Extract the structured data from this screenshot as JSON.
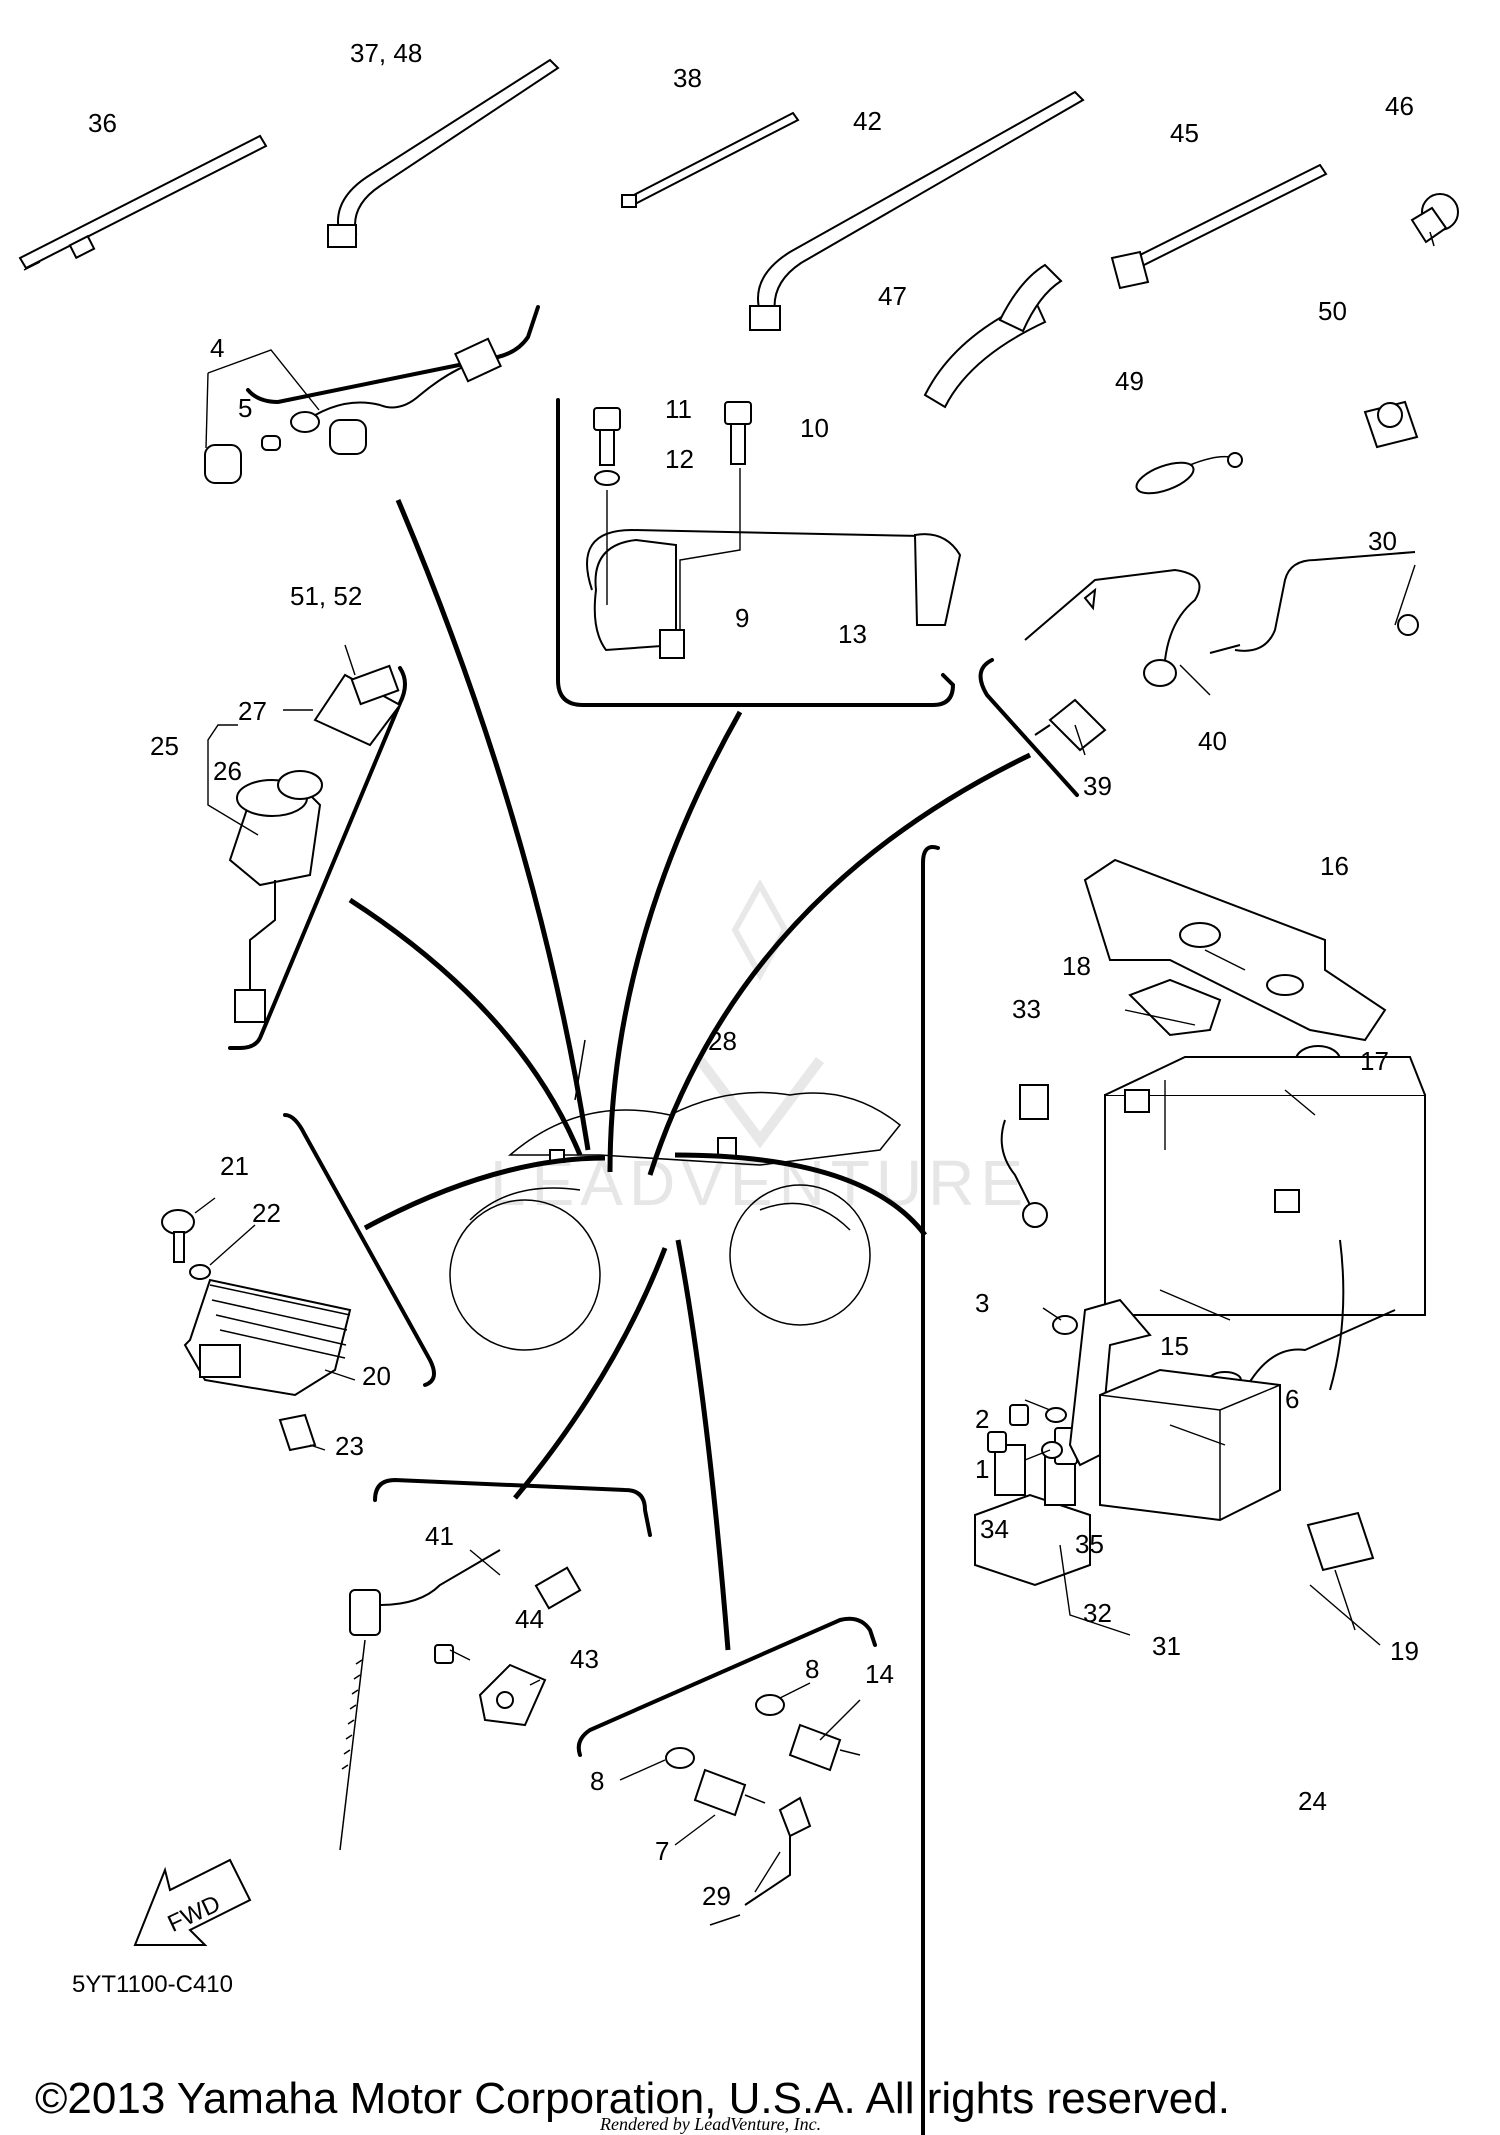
{
  "watermark": "LEADVENTURE",
  "callouts": [
    {
      "id": "c36",
      "text": "36"
    },
    {
      "id": "c3748",
      "text": "37, 48"
    },
    {
      "id": "c38",
      "text": "38"
    },
    {
      "id": "c42",
      "text": "42"
    },
    {
      "id": "c45",
      "text": "45"
    },
    {
      "id": "c46",
      "text": "46"
    },
    {
      "id": "c4",
      "text": "4"
    },
    {
      "id": "c5",
      "text": "5"
    },
    {
      "id": "c11",
      "text": "11"
    },
    {
      "id": "c10",
      "text": "10"
    },
    {
      "id": "c12",
      "text": "12"
    },
    {
      "id": "c47",
      "text": "47"
    },
    {
      "id": "c50",
      "text": "50"
    },
    {
      "id": "c49",
      "text": "49"
    },
    {
      "id": "c30",
      "text": "30"
    },
    {
      "id": "c9",
      "text": "9"
    },
    {
      "id": "c13",
      "text": "13"
    },
    {
      "id": "c5152",
      "text": "51, 52"
    },
    {
      "id": "c27",
      "text": "27"
    },
    {
      "id": "c25",
      "text": "25"
    },
    {
      "id": "c26",
      "text": "26"
    },
    {
      "id": "c39",
      "text": "39"
    },
    {
      "id": "c40",
      "text": "40"
    },
    {
      "id": "c16",
      "text": "16"
    },
    {
      "id": "c18",
      "text": "18"
    },
    {
      "id": "c33",
      "text": "33"
    },
    {
      "id": "c17",
      "text": "17"
    },
    {
      "id": "c28",
      "text": "28"
    },
    {
      "id": "c21",
      "text": "21"
    },
    {
      "id": "c22",
      "text": "22"
    },
    {
      "id": "c20",
      "text": "20"
    },
    {
      "id": "c23",
      "text": "23"
    },
    {
      "id": "c15",
      "text": "15"
    },
    {
      "id": "c3",
      "text": "3"
    },
    {
      "id": "c6",
      "text": "6"
    },
    {
      "id": "c2",
      "text": "2"
    },
    {
      "id": "c1",
      "text": "1"
    },
    {
      "id": "c41",
      "text": "41"
    },
    {
      "id": "c44",
      "text": "44"
    },
    {
      "id": "c43",
      "text": "43"
    },
    {
      "id": "c34",
      "text": "34"
    },
    {
      "id": "c35",
      "text": "35"
    },
    {
      "id": "c32",
      "text": "32"
    },
    {
      "id": "c31",
      "text": "31"
    },
    {
      "id": "c19",
      "text": "19"
    },
    {
      "id": "c8a",
      "text": "8"
    },
    {
      "id": "c14",
      "text": "14"
    },
    {
      "id": "c8b",
      "text": "8"
    },
    {
      "id": "c7",
      "text": "7"
    },
    {
      "id": "c29",
      "text": "29"
    },
    {
      "id": "c24",
      "text": "24"
    }
  ],
  "fwd_label": "FWD",
  "diagram_code": "5YT1100-C410",
  "copyright": "©2013 Yamaha Motor Corporation, U.S.A. All rights reserved.",
  "rendered_by": "Rendered by LeadVenture, Inc."
}
